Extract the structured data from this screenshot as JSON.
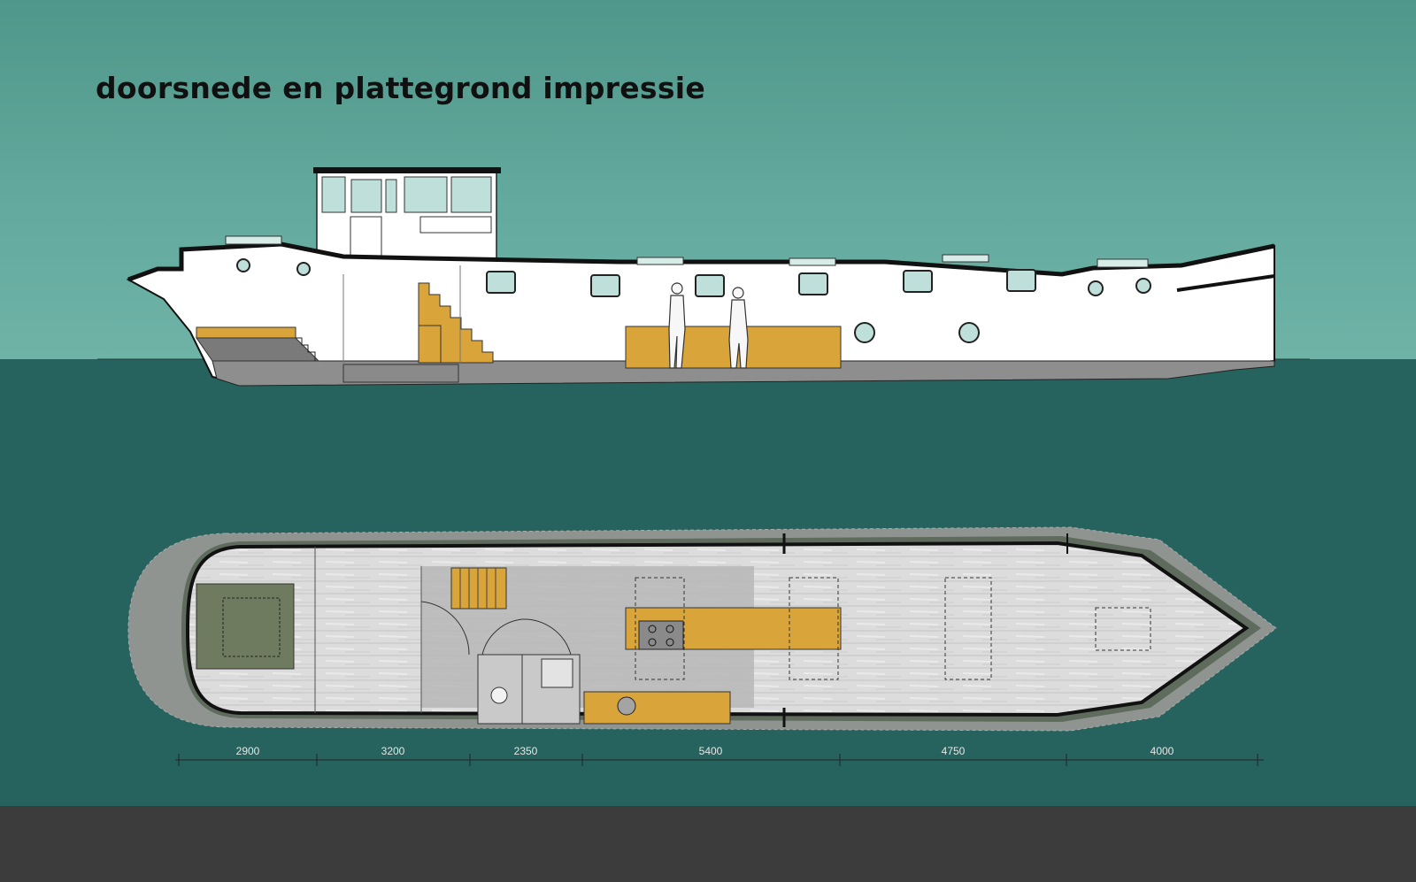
{
  "title": "doorsnede en plattegrond impressie",
  "dimensions": [
    "2900",
    "3200",
    "2350",
    "5400",
    "4750",
    "4000"
  ],
  "colors": {
    "sky": "#63a99d",
    "water": "#27635e",
    "ground": "#3c3c3c",
    "hull": "#ffffff",
    "wood": "#d9a43a",
    "outline": "#111111"
  }
}
